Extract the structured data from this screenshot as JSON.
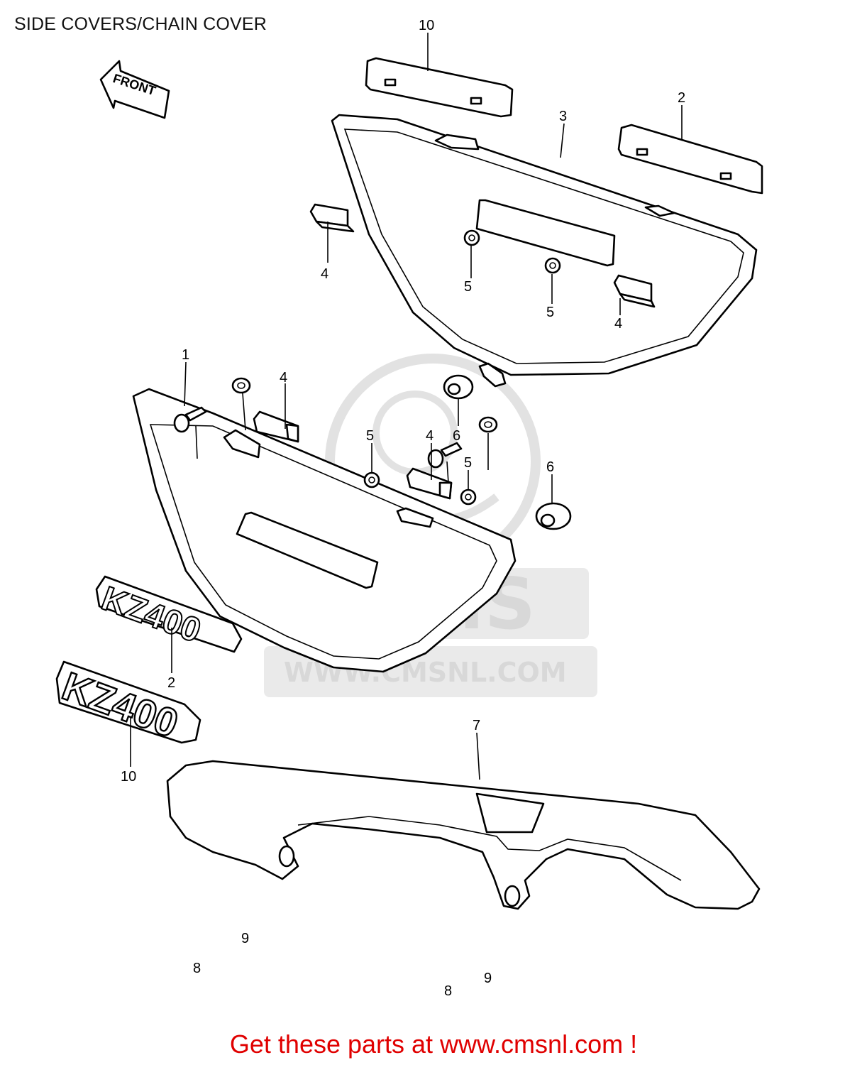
{
  "title": "SIDE COVERS/CHAIN COVER",
  "direction_arrow": {
    "label": "FRONT"
  },
  "watermark": {
    "logo_text": "CMS",
    "url_text": "WWW.CMSNL.COM"
  },
  "emblems": {
    "small": "KZ400",
    "large": "KZ400"
  },
  "callouts": {
    "c10_top": "10",
    "c2_top": "2",
    "c3": "3",
    "c4_a": "4",
    "c5_a": "5",
    "c5_b": "5",
    "c4_b": "4",
    "c1": "1",
    "c4_c": "4",
    "c6_a": "6",
    "c5_c": "5",
    "c4_d": "4",
    "c5_d": "5",
    "c6_b": "6",
    "c2_emblem": "2",
    "c10_emblem": "10",
    "c7": "7",
    "c9_a": "9",
    "c8_a": "8",
    "c9_b": "9",
    "c8_b": "8"
  },
  "footer": "Get these parts at www.cmsnl.com !"
}
